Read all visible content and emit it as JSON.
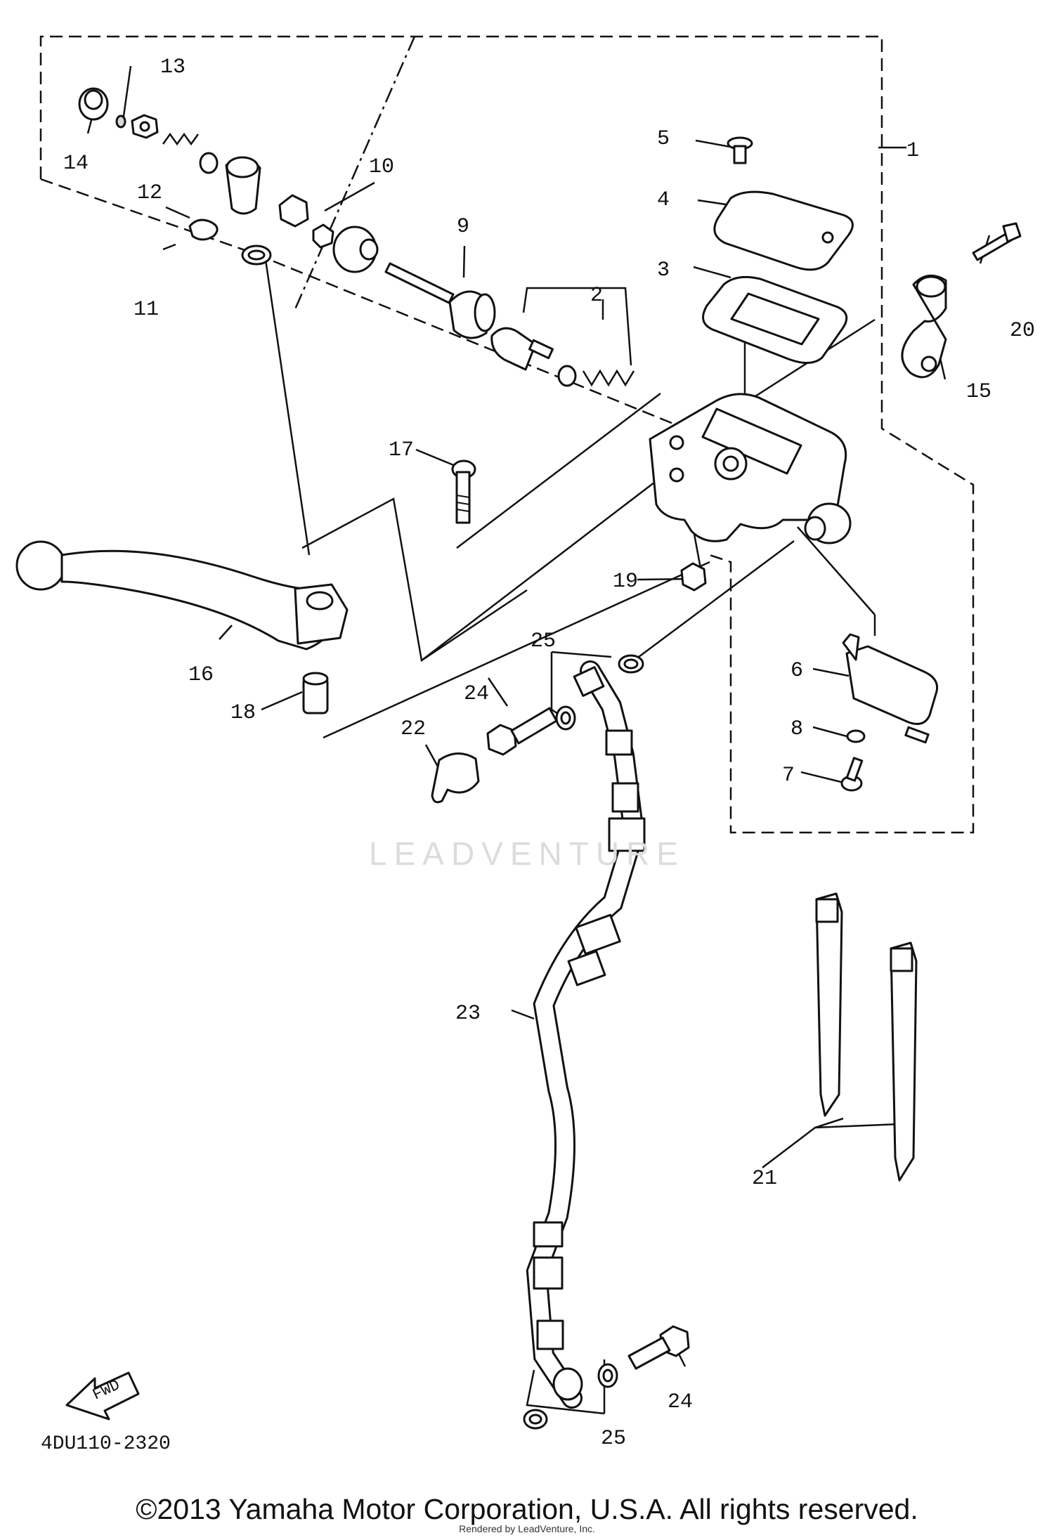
{
  "diagram": {
    "part_numbers": [
      "1",
      "2",
      "3",
      "4",
      "5",
      "6",
      "7",
      "8",
      "9",
      "10",
      "11",
      "12",
      "13",
      "14",
      "15",
      "16",
      "17",
      "18",
      "19",
      "20",
      "21",
      "22",
      "23",
      "24",
      "25"
    ],
    "callouts": {
      "c1": "1",
      "c2": "2",
      "c3": "3",
      "c4": "4",
      "c5": "5",
      "c6": "6",
      "c7": "7",
      "c8": "8",
      "c9": "9",
      "c10": "10",
      "c11": "11",
      "c12": "12",
      "c13": "13",
      "c14": "14",
      "c15": "15",
      "c16": "16",
      "c17": "17",
      "c18": "18",
      "c19": "19",
      "c20": "20",
      "c21": "21",
      "c22": "22",
      "c23": "23",
      "c24a": "24",
      "c24b": "24",
      "c25a": "25",
      "c25b": "25"
    },
    "fwd_label": "FWD",
    "diagram_code": "4DU110-2320"
  },
  "watermark": "LEADVENTURE",
  "footer": {
    "copyright": "©2013 Yamaha Motor Corporation, U.S.A. All rights reserved.",
    "rendered_by": "Rendered by LeadVenture, Inc."
  }
}
